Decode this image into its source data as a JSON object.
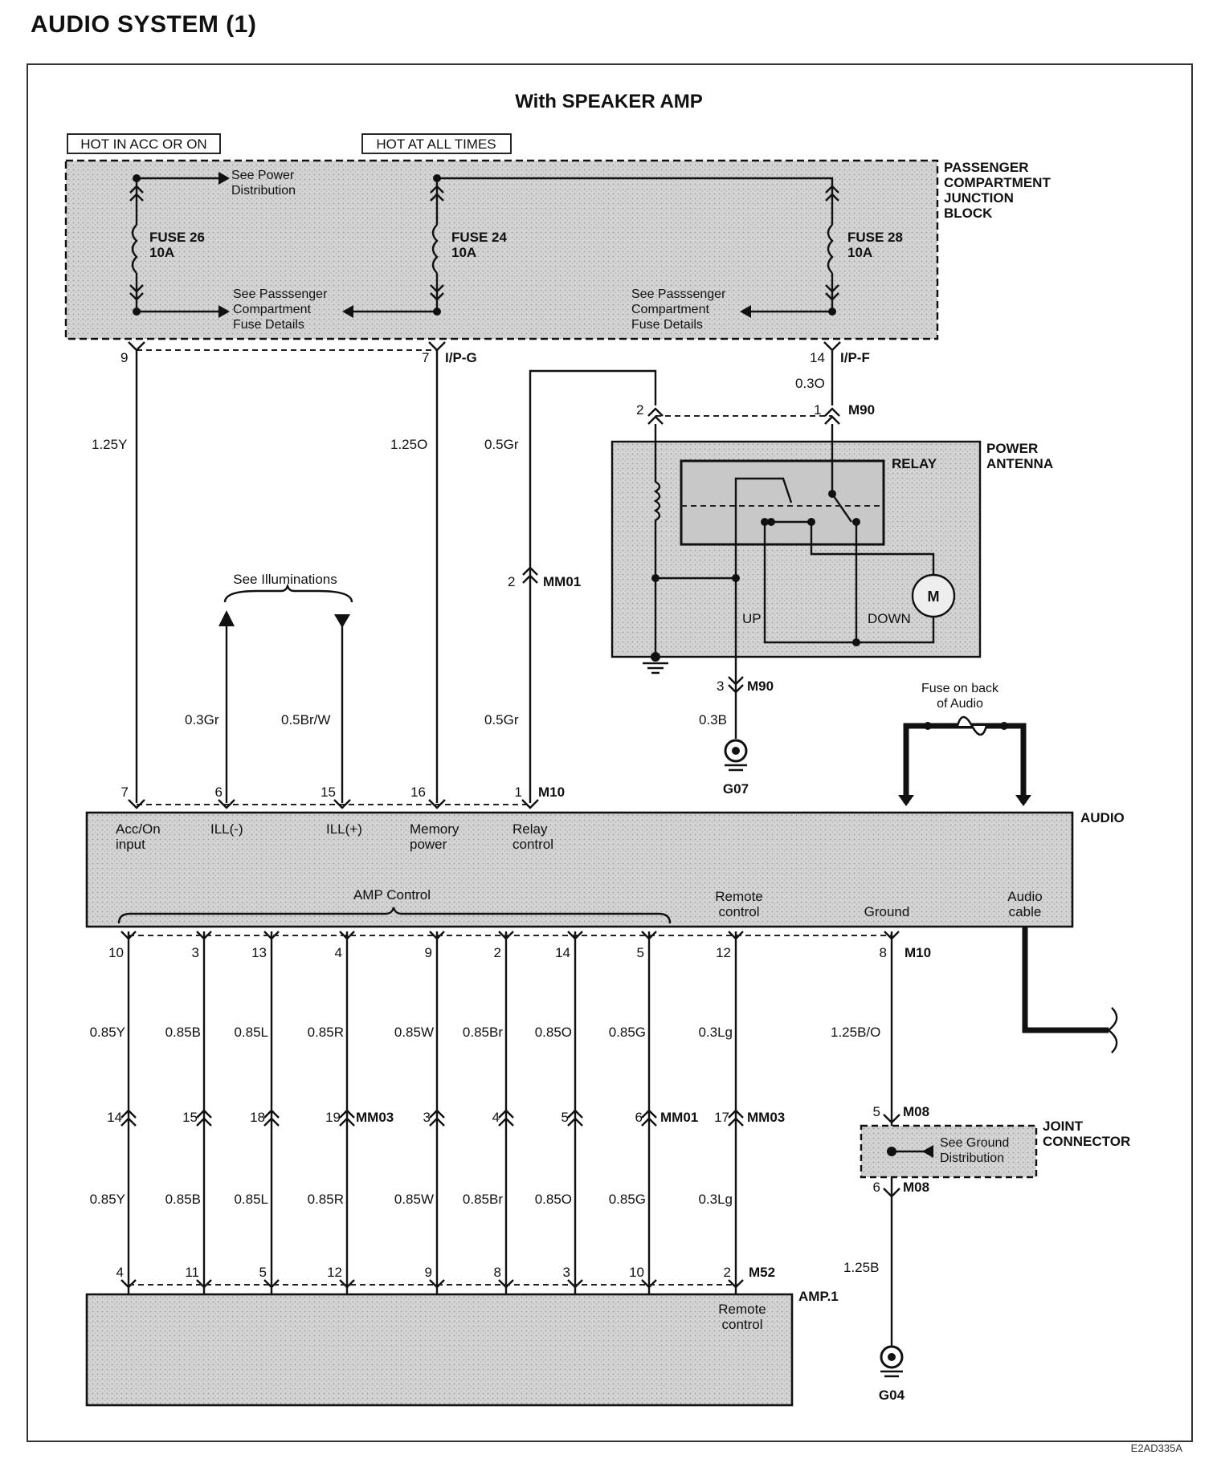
{
  "title": "AUDIO SYSTEM (1)",
  "subtitle": "With SPEAKER AMP",
  "footer_code": "E2AD335A",
  "power_labels": {
    "acc": "HOT IN ACC OR ON",
    "always": "HOT AT ALL TIMES"
  },
  "junction_block": {
    "name_lines": [
      "PASSENGER",
      "COMPARTMENT",
      "JUNCTION",
      "BLOCK"
    ],
    "fuses": [
      {
        "name": "FUSE 26",
        "rating": "10A"
      },
      {
        "name": "FUSE 24",
        "rating": "10A"
      },
      {
        "name": "FUSE 28",
        "rating": "10A"
      }
    ],
    "see_power": [
      "See Power",
      "Distribution"
    ],
    "see_fuse": [
      "See Passsenger",
      "Compartment",
      "Fuse Details"
    ],
    "connectors": {
      "left": "I/P-G",
      "right": "I/P-F"
    },
    "pins": {
      "acc": "9",
      "mem": "7",
      "ant": "14"
    }
  },
  "upper_wires": {
    "acc": "1.25Y",
    "mem": "1.25O",
    "relay_upper": "0.5Gr",
    "relay_lower": "0.5Gr",
    "ill_minus": "0.3Gr",
    "ill_plus": "0.5Br/W",
    "ant_feed": "0.3O",
    "ant_ground": "0.3B"
  },
  "illuminations": "See Illuminations",
  "power_antenna": {
    "name_lines": [
      "POWER",
      "ANTENNA"
    ],
    "relay": "RELAY",
    "motor": "M",
    "up": "UP",
    "down": "DOWN",
    "connector": "M90",
    "pins": {
      "top_left": "2",
      "top_right": "1",
      "bottom": "3"
    },
    "ground": "G07"
  },
  "mm01_upper": {
    "pin": "2",
    "conn": "MM01"
  },
  "fuse_back": [
    "Fuse on back",
    "of Audio"
  ],
  "audio": {
    "name": "AUDIO",
    "connector": "M10",
    "top_pins": [
      "7",
      "6",
      "15",
      "16",
      "1"
    ],
    "terminals": [
      [
        "Acc/On",
        "input"
      ],
      [
        "ILL(-)"
      ],
      [
        "ILL(+)"
      ],
      [
        "Memory",
        "power"
      ],
      [
        "Relay",
        "control"
      ]
    ],
    "amp_control": "AMP Control",
    "remote_control": [
      "Remote",
      "control"
    ],
    "ground": "Ground",
    "audio_cable": [
      "Audio",
      "cable"
    ],
    "bottom_pins": [
      "10",
      "3",
      "13",
      "4",
      "9",
      "2",
      "14",
      "5",
      "12",
      "8"
    ]
  },
  "lower_wires": [
    "0.85Y",
    "0.85B",
    "0.85L",
    "0.85R",
    "0.85W",
    "0.85Br",
    "0.85O",
    "0.85G",
    "0.3Lg"
  ],
  "ground_wire_upper": "1.25B/O",
  "ground_wire_lower": "1.25B",
  "mid_pins": [
    "14",
    "15",
    "18",
    "19",
    "3",
    "4",
    "5",
    "6",
    "17"
  ],
  "mid_connectors": {
    "a": "MM03",
    "b": "MM01",
    "c": "MM03"
  },
  "joint_connector": {
    "name_lines": [
      "JOINT",
      "CONNECTOR"
    ],
    "see": [
      "See Ground",
      "Distribution"
    ],
    "connector": "M08",
    "pin_top": "5",
    "pin_bottom": "6"
  },
  "amp": {
    "name": "AMP.1",
    "connector": "M52",
    "pins": [
      "4",
      "11",
      "5",
      "12",
      "9",
      "8",
      "3",
      "10",
      "2"
    ],
    "remote_control": [
      "Remote",
      "control"
    ]
  },
  "ground_g04": "G04"
}
